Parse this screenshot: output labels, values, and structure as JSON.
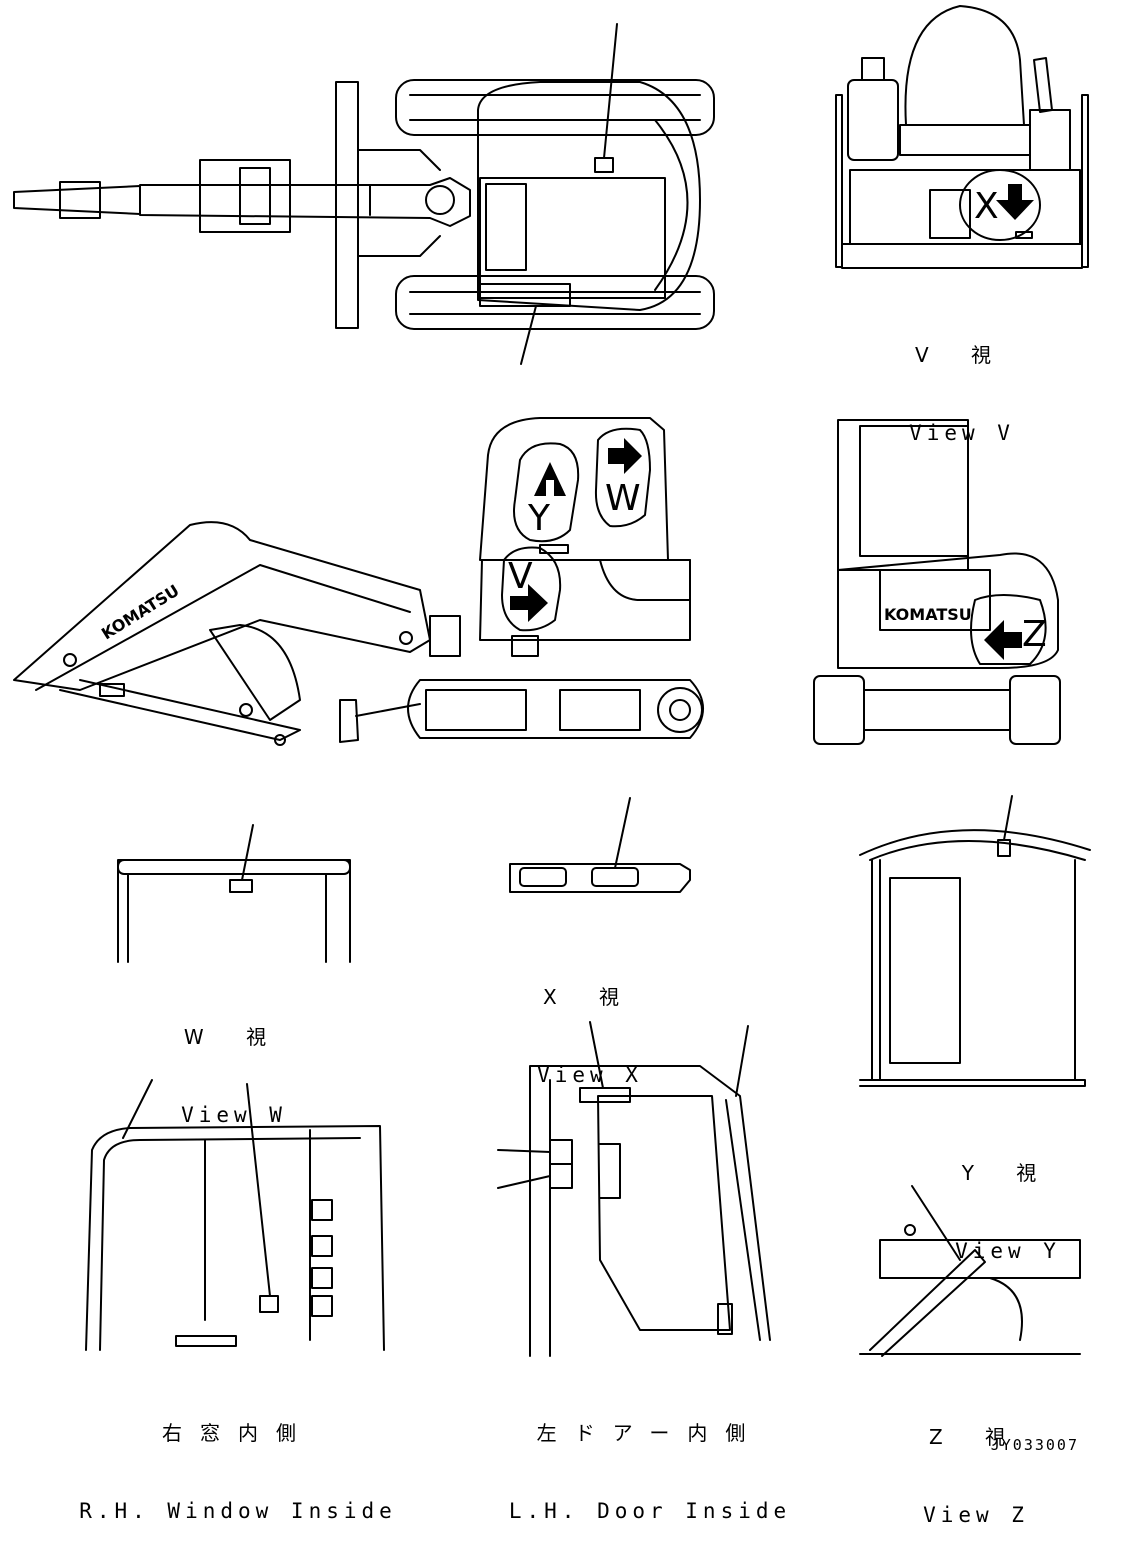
{
  "views": {
    "v": {
      "jp": "V 視",
      "en": "View V"
    },
    "w": {
      "jp": "W 視",
      "en": "View W"
    },
    "x": {
      "jp": "X 視",
      "en": "View X"
    },
    "y": {
      "jp": "Y 視",
      "en": "View Y"
    },
    "z": {
      "jp": "Z 視",
      "en": "View Z"
    },
    "rh_window": {
      "jp": "右窓内側",
      "en": "R.H. Window Inside"
    },
    "lh_door": {
      "jp": "左ドアー内側",
      "en": "L.H. Door Inside"
    }
  },
  "markers": {
    "x": "X",
    "y": "Y",
    "w": "W",
    "v": "V",
    "z": "Z"
  },
  "brand": "KOMATSU",
  "doc_id": "JY033007"
}
